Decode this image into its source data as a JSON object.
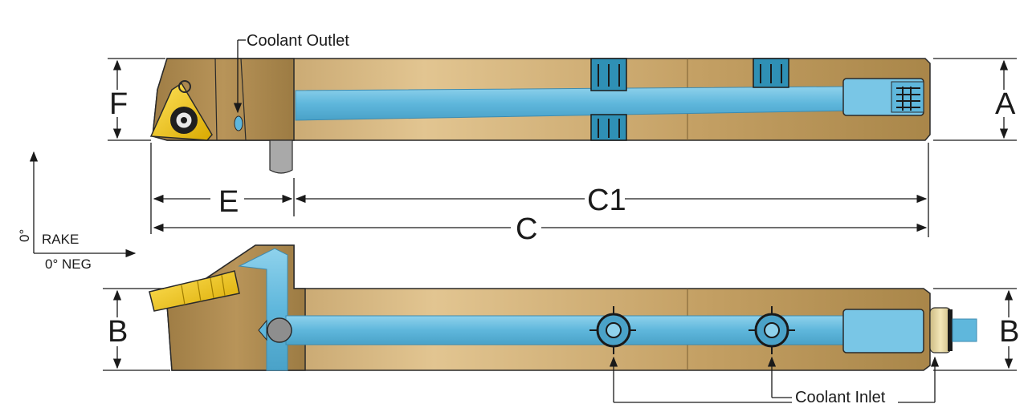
{
  "callouts": {
    "coolant_outlet": "Coolant Outlet",
    "coolant_inlet": "Coolant Inlet"
  },
  "dimensions": {
    "F": "F",
    "A": "A",
    "E": "E",
    "C1": "C1",
    "C": "C",
    "B_left": "B",
    "B_right": "B"
  },
  "rake": {
    "zero_deg": "0°",
    "rake_label": "RAKE",
    "neg_label": "0° NEG"
  },
  "colors": {
    "body": "#b9965d",
    "body_light": "#e0c38f",
    "body_dark": "#8f6f3c",
    "coolant": "#5fb7dc",
    "coolant_light": "#9fd9ef",
    "insert": "#f2c500",
    "fitting": "#2d8fb4",
    "outline": "#2a2a2a"
  }
}
